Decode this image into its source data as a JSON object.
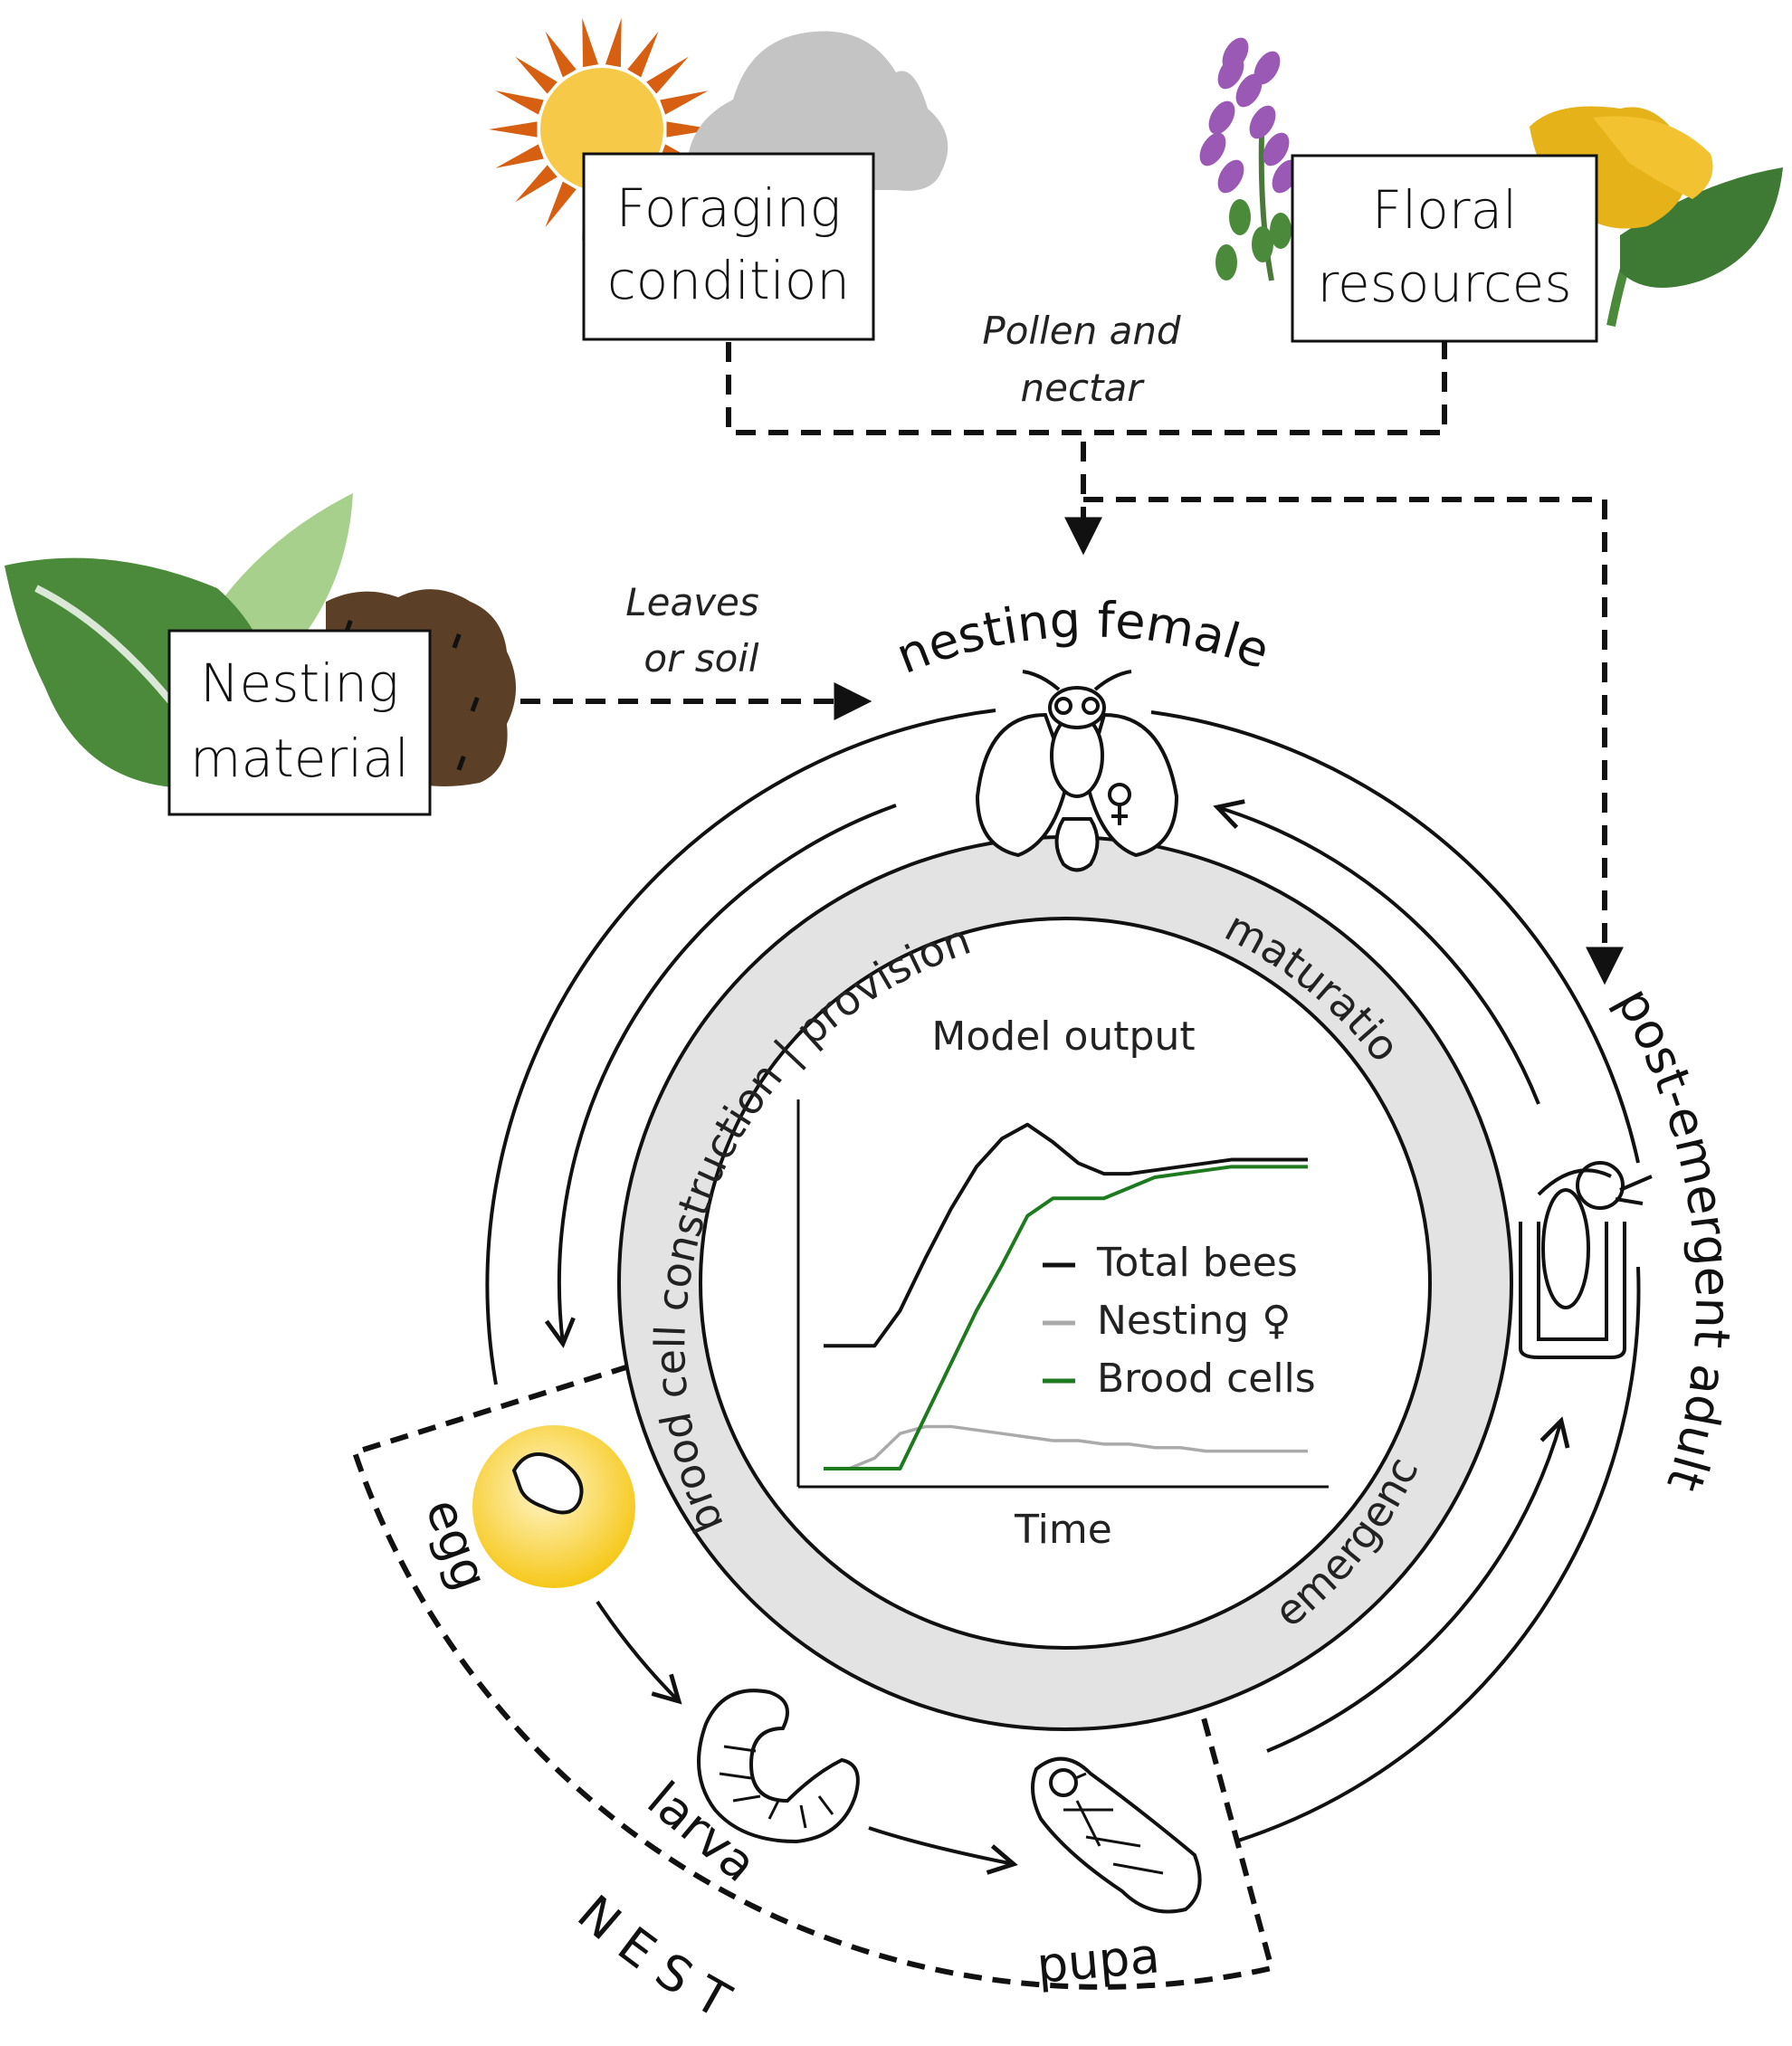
{
  "boxes": {
    "foraging": [
      "Foraging",
      "condition"
    ],
    "floral": [
      "Floral",
      "resources"
    ],
    "nesting_material": [
      "Nesting",
      "material"
    ]
  },
  "inputs": {
    "pollen": [
      "Pollen and",
      "nectar"
    ],
    "leaves": [
      "Leaves",
      "or soil"
    ]
  },
  "stages": {
    "nesting_female": "nesting female",
    "post_emergent": "post-emergent adult",
    "egg": "egg",
    "larva": "larva",
    "pupa": "pupa",
    "nest": "N E S T"
  },
  "ring": {
    "left": "brood cell construction | provisioning",
    "right": "maturation",
    "bottom": "emergence"
  },
  "colors": {
    "sun": "#f7c948",
    "sun_rays": "#d65f12",
    "cloud": "#c4c4c4",
    "leaf_dark": "#4a8a3a",
    "leaf_light": "#a8d08d",
    "soil": "#5b3f26",
    "ring_fill": "#e4e3e4",
    "brood_line": "#1e7a1e",
    "nesting_line": "#aaaaaa",
    "total_line": "#111111",
    "egg_yellow": "#f6c81a"
  },
  "icons": [
    "sun-icon",
    "cloud-icon",
    "flower-icon",
    "leaf-icon",
    "soil-icon",
    "bee-icon",
    "egg-icon",
    "larva-icon",
    "pupa-icon"
  ],
  "chart_data": {
    "type": "line",
    "title": "Model output",
    "xlabel": "Time",
    "ylabel": "",
    "x": [
      0,
      1,
      2,
      3,
      4,
      5,
      6,
      7,
      8,
      9,
      10,
      11,
      12,
      13,
      14,
      15,
      16,
      17,
      18,
      19
    ],
    "ylim": [
      0,
      1
    ],
    "series": [
      {
        "name": "Total bees",
        "color": "#111111",
        "values": [
          0.35,
          0.35,
          0.35,
          0.45,
          0.6,
          0.74,
          0.86,
          0.94,
          0.98,
          0.93,
          0.87,
          0.84,
          0.84,
          0.85,
          0.86,
          0.87,
          0.88,
          0.88,
          0.88,
          0.88
        ]
      },
      {
        "name": "Nesting ♀",
        "color": "#aaaaaa",
        "values": [
          0.0,
          0.0,
          0.03,
          0.1,
          0.12,
          0.12,
          0.11,
          0.1,
          0.09,
          0.08,
          0.08,
          0.07,
          0.07,
          0.06,
          0.06,
          0.05,
          0.05,
          0.05,
          0.05,
          0.05
        ]
      },
      {
        "name": "Brood cells",
        "color": "#1e7a1e",
        "values": [
          0.0,
          0.0,
          0.0,
          0.0,
          0.15,
          0.3,
          0.45,
          0.58,
          0.72,
          0.77,
          0.77,
          0.77,
          0.8,
          0.83,
          0.84,
          0.85,
          0.86,
          0.86,
          0.86,
          0.86
        ]
      }
    ],
    "legend": "center-right",
    "grid": false
  }
}
